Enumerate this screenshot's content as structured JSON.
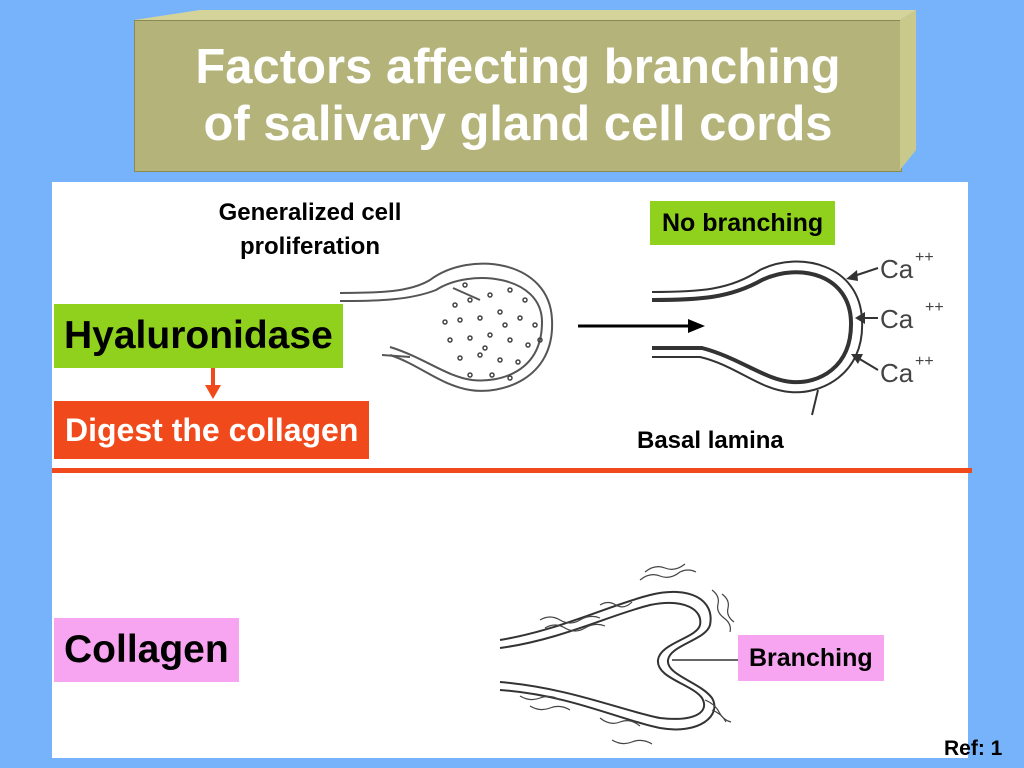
{
  "title": {
    "line1": "Factors affecting branching",
    "line2": "of salivary gland cell cords"
  },
  "labels": {
    "generalized_line1": "Generalized cell",
    "generalized_line2": "proliferation",
    "no_branching": "No branching",
    "hyaluronidase": "Hyaluronidase",
    "digest": "Digest the collagen",
    "basal_lamina": "Basal lamina",
    "collagen": "Collagen",
    "branching": "Branching",
    "ref": "Ref: 1",
    "ca_label": "Ca",
    "ca_charge": "++"
  },
  "colors": {
    "background": "#77b3fb",
    "title_box": "#b3b37a",
    "green": "#8fd11d",
    "red": "#f04a1c",
    "pink": "#f7a4f1"
  }
}
